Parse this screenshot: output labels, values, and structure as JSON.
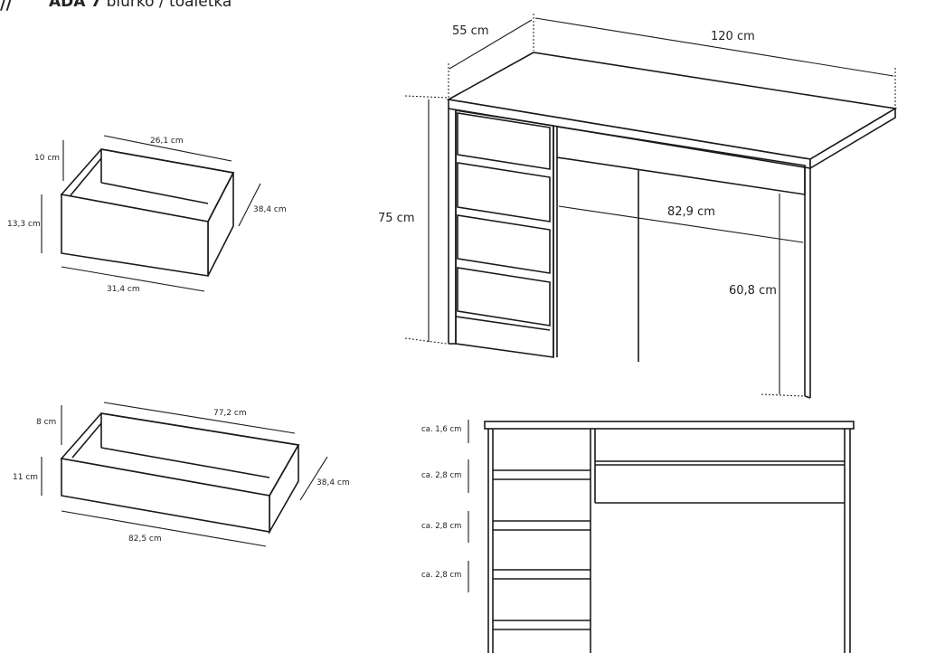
{
  "header": {
    "logo": "//",
    "model": "ADA 7",
    "subtitle": "biurko / toaletka"
  },
  "desk": {
    "depth": "55 cm",
    "width": "120 cm",
    "height": "75 cm",
    "knee_width": "82,9 cm",
    "knee_height": "60,8 cm"
  },
  "small_drawer": {
    "inner_width": "26,1 cm",
    "inner_height": "10 cm",
    "front_height": "13,3 cm",
    "depth": "38,4 cm",
    "front_width": "31,4 cm"
  },
  "large_drawer": {
    "inner_width": "77,2 cm",
    "inner_height": "8 cm",
    "front_height": "11 cm",
    "depth": "38,4 cm",
    "front_width": "82,5 cm"
  },
  "front_view": {
    "gaps": [
      "ca. 1,6 cm",
      "ca. 2,8 cm",
      "ca. 2,8 cm",
      "ca. 2,8 cm"
    ]
  }
}
